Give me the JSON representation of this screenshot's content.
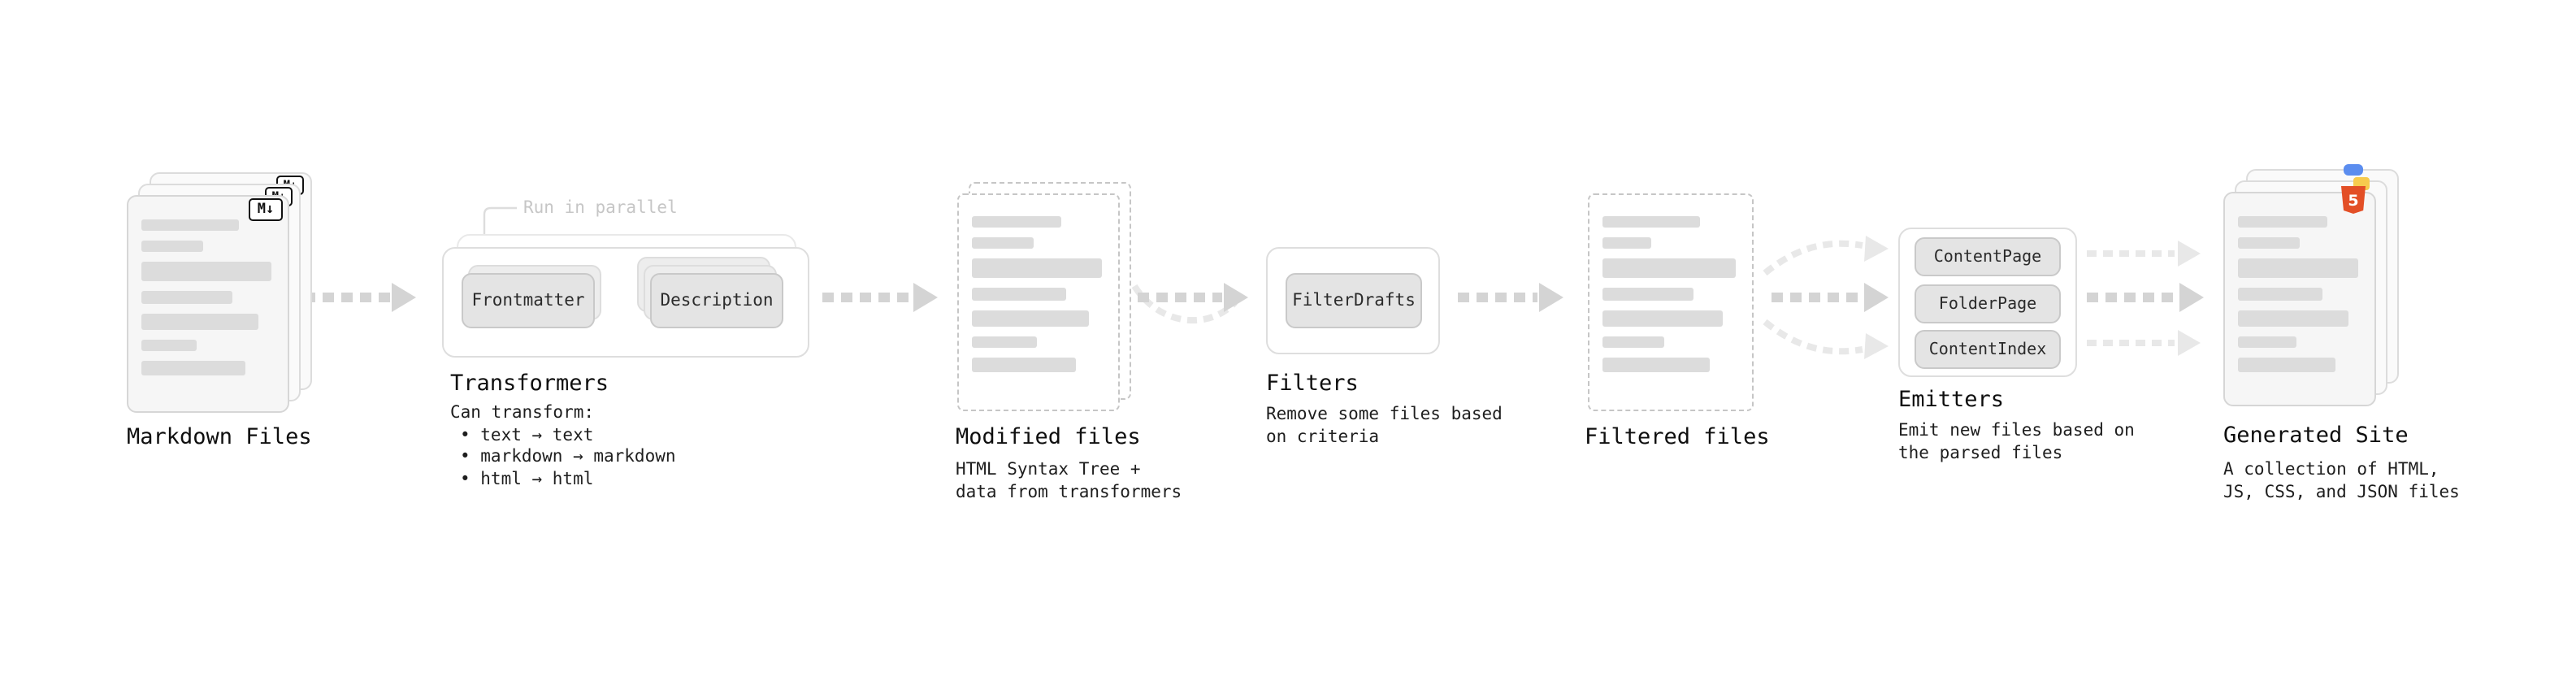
{
  "stages": {
    "markdown_files": {
      "title": "Markdown Files",
      "badge": "M↓"
    },
    "transformers": {
      "title": "Transformers",
      "callout": "Run in parallel",
      "buttons": [
        "Frontmatter",
        "Description"
      ],
      "desc": [
        "Can transform:",
        "• text → text",
        "• markdown → markdown",
        "• html → html"
      ]
    },
    "modified_files": {
      "title": "Modified files",
      "desc": [
        "HTML Syntax Tree +",
        "data from transformers"
      ]
    },
    "filters": {
      "title": "Filters",
      "buttons": [
        "FilterDrafts"
      ],
      "desc": [
        "Remove some files based",
        "on criteria"
      ]
    },
    "filtered_files": {
      "title": "Filtered files"
    },
    "emitters": {
      "title": "Emitters",
      "buttons": [
        "ContentPage",
        "FolderPage",
        "ContentIndex"
      ],
      "desc": [
        "Emit new files based on",
        "the parsed files"
      ]
    },
    "generated_site": {
      "title": "Generated Site",
      "badge_html5": "5",
      "desc": [
        "A collection of HTML,",
        "JS, CSS, and JSON files"
      ]
    }
  },
  "colors": {
    "arrow": "#d4d4d4",
    "arrow_light": "#e8e8e8",
    "bar": "#dcdcdc",
    "html5_orange": "#e34f26",
    "js_yellow": "#f7cb4d",
    "css_blue": "#5b8def"
  }
}
